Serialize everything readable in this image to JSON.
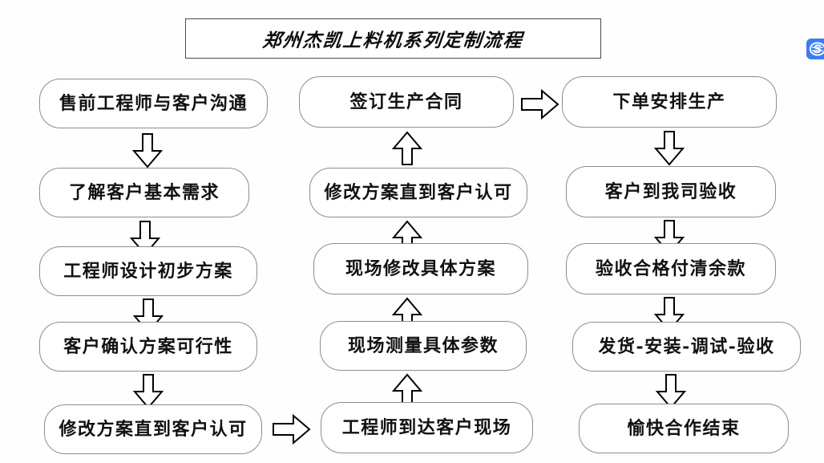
{
  "title": {
    "text": "郑州杰凯上料机系列定制流程"
  },
  "watermark": {
    "icon": "s-logo-badge-icon",
    "color": "#3a7df4"
  },
  "colors": {
    "box_border": "#8d8d8d",
    "title_border": "#4a4a4a",
    "arrow_stroke": "#000000",
    "arrow_fill": "#ffffff",
    "text": "#111111",
    "background": "#ffffff"
  },
  "columns": [
    {
      "name": "left-column",
      "flow_direction": "down",
      "nodes": [
        {
          "id": "l1",
          "label": "售前工程师与客户沟通"
        },
        {
          "id": "l2",
          "label": "了解客户基本需求"
        },
        {
          "id": "l3",
          "label": "工程师设计初步方案"
        },
        {
          "id": "l4",
          "label": "客户确认方案可行性"
        },
        {
          "id": "l5",
          "label": "修改方案直到客户认可"
        }
      ]
    },
    {
      "name": "middle-column",
      "flow_direction": "up",
      "nodes": [
        {
          "id": "m1",
          "label": "签订生产合同"
        },
        {
          "id": "m2",
          "label": "修改方案直到客户认可"
        },
        {
          "id": "m3",
          "label": "现场修改具体方案"
        },
        {
          "id": "m4",
          "label": "现场测量具体参数"
        },
        {
          "id": "m5",
          "label": "工程师到达客户现场"
        }
      ]
    },
    {
      "name": "right-column",
      "flow_direction": "down",
      "nodes": [
        {
          "id": "r1",
          "label": "下单安排生产"
        },
        {
          "id": "r2",
          "label": "客户到我司验收"
        },
        {
          "id": "r3",
          "label": "验收合格付清余款"
        },
        {
          "id": "r4",
          "label": "发货-安装-调试-验收"
        },
        {
          "id": "r5",
          "label": "愉快合作结束"
        }
      ]
    }
  ],
  "connectors": [
    {
      "id": "c-l1-l2",
      "type": "arrow-down"
    },
    {
      "id": "c-l2-l3",
      "type": "arrow-down"
    },
    {
      "id": "c-l3-l4",
      "type": "arrow-down"
    },
    {
      "id": "c-l4-l5",
      "type": "arrow-down"
    },
    {
      "id": "c-l5-m5",
      "type": "arrow-right"
    },
    {
      "id": "c-m5-m4",
      "type": "arrow-up"
    },
    {
      "id": "c-m4-m3",
      "type": "arrow-up"
    },
    {
      "id": "c-m3-m2",
      "type": "arrow-up"
    },
    {
      "id": "c-m2-m1",
      "type": "arrow-up"
    },
    {
      "id": "c-m1-r1",
      "type": "arrow-right"
    },
    {
      "id": "c-r1-r2",
      "type": "arrow-down"
    },
    {
      "id": "c-r2-r3",
      "type": "arrow-down"
    },
    {
      "id": "c-r3-r4",
      "type": "arrow-down"
    },
    {
      "id": "c-r4-r5",
      "type": "arrow-down"
    }
  ]
}
